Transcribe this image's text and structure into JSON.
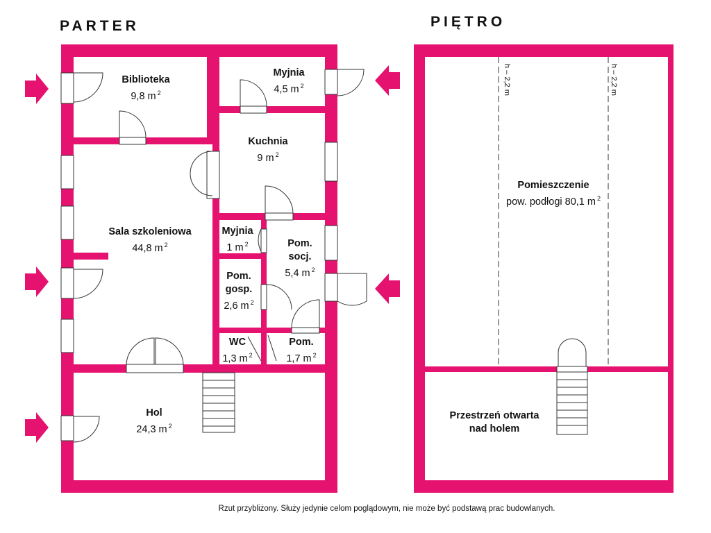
{
  "floors": {
    "ground": {
      "title": "PARTER",
      "rooms": [
        {
          "key": "biblioteka",
          "name": "Biblioteka",
          "area": "9,8 m",
          "sup": "2"
        },
        {
          "key": "myjnia1",
          "name": "Myjnia",
          "area": "4,5 m",
          "sup": "2"
        },
        {
          "key": "kuchnia",
          "name": "Kuchnia",
          "area": "9 m",
          "sup": "2"
        },
        {
          "key": "sala",
          "name": "Sala szkoleniowa",
          "area": "44,8 m",
          "sup": "2"
        },
        {
          "key": "myjnia2",
          "name": "Myjnia",
          "area": "1 m",
          "sup": "2"
        },
        {
          "key": "pomsocj",
          "name": "Pom.",
          "name2": "socj.",
          "area": "5,4 m",
          "sup": "2"
        },
        {
          "key": "pomgosp",
          "name": "Pom.",
          "name2": "gosp.",
          "area": "2,6 m",
          "sup": "2"
        },
        {
          "key": "wc",
          "name": "WC",
          "area": "1,3 m",
          "sup": "2"
        },
        {
          "key": "pom",
          "name": "Pom.",
          "area": "1,7 m",
          "sup": "2"
        },
        {
          "key": "hol",
          "name": "Hol",
          "area": "24,3 m",
          "sup": "2"
        }
      ]
    },
    "upper": {
      "title": "PIĘTRO",
      "rooms": [
        {
          "key": "pomieszczenie",
          "name": "Pomieszczenie",
          "area": "pow. podłogi 80,1 m",
          "sup": "2"
        },
        {
          "key": "przestrzen",
          "name": "Przestrzeń otwarta",
          "name2": "nad holem"
        }
      ],
      "height_marks": [
        "h – 2,2 m",
        "h – 2,2 m"
      ]
    }
  },
  "colors": {
    "wall": "#e5126f",
    "line": "#333333",
    "arrow": "#e5126f"
  },
  "disclaimer": "Rzut przybliżony. Służy jedynie celom poglądowym, nie może być podstawą prac budowlanych."
}
